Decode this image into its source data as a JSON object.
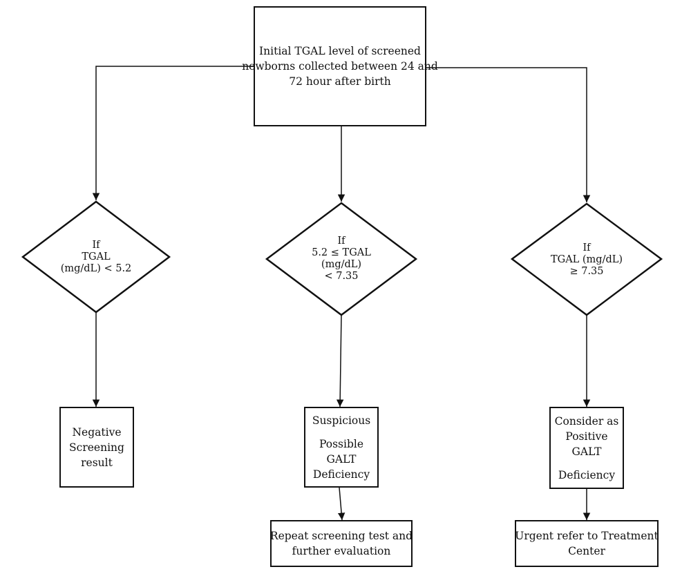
{
  "start": {
    "lines": [
      "Initial TGAL level of screened",
      "newborns collected between 24 and",
      "72 hour after birth"
    ]
  },
  "decisions": [
    {
      "lines": [
        "If",
        "TGAL",
        "(mg/dL) < 5.2"
      ]
    },
    {
      "lines": [
        "If",
        "5.2 ≤ TGAL",
        "(mg/dL)",
        "< 7.35"
      ]
    },
    {
      "lines": [
        "If",
        "TGAL (mg/dL)",
        "≥ 7.35"
      ]
    }
  ],
  "outcomes": {
    "negative": {
      "lines": [
        "Negative",
        "Screening",
        "result"
      ]
    },
    "suspicious": {
      "line1": "Suspicious",
      "line2": "Possible",
      "line3": "GALT",
      "line4": "Deficiency"
    },
    "positive": {
      "line1": "Consider as",
      "line2": "Positive",
      "line3": "GALT",
      "line4": "Deficiency"
    }
  },
  "actions": {
    "repeat": {
      "lines": [
        "Repeat screening test and",
        "further evaluation"
      ]
    },
    "refer": {
      "lines": [
        "Urgent refer to Treatment",
        "Center"
      ]
    }
  },
  "colors": {
    "stroke": "#111111",
    "background": "#ffffff"
  }
}
